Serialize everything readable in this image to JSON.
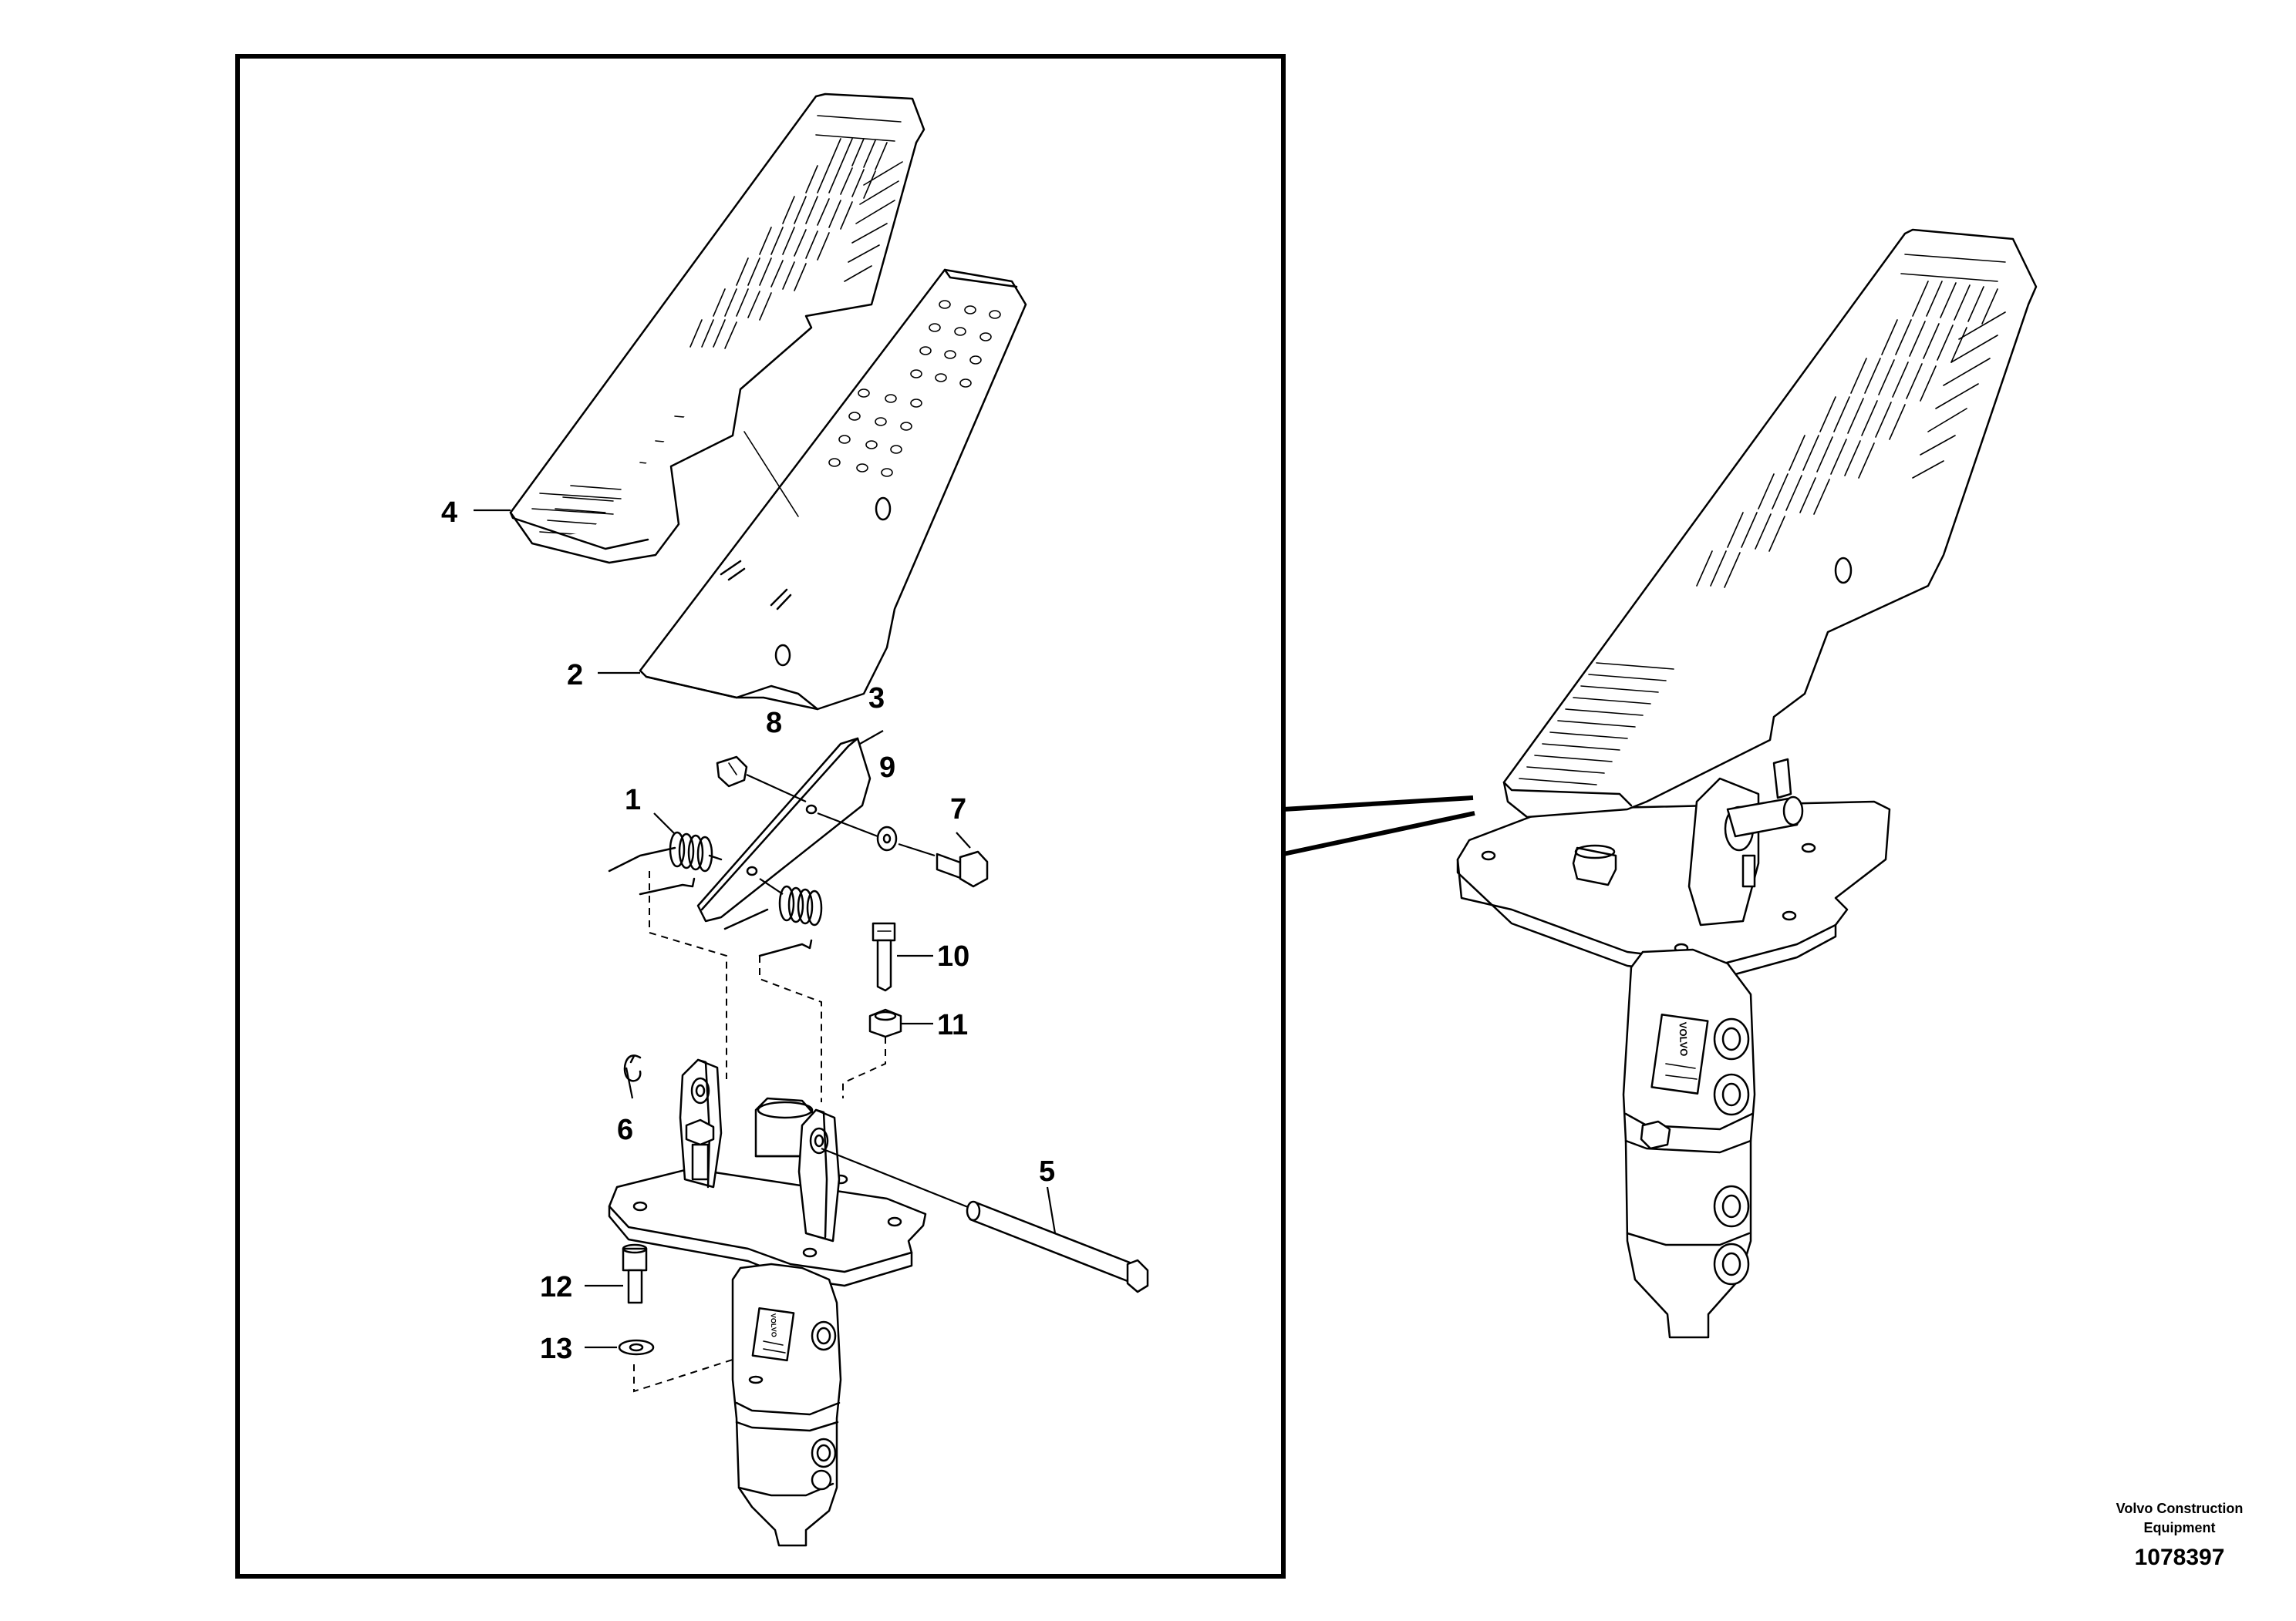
{
  "callouts": [
    {
      "id": "1",
      "text": "1"
    },
    {
      "id": "2",
      "text": "2"
    },
    {
      "id": "3",
      "text": "3"
    },
    {
      "id": "4",
      "text": "4"
    },
    {
      "id": "5",
      "text": "5"
    },
    {
      "id": "6",
      "text": "6"
    },
    {
      "id": "7",
      "text": "7"
    },
    {
      "id": "8",
      "text": "8"
    },
    {
      "id": "9",
      "text": "9"
    },
    {
      "id": "10",
      "text": "10"
    },
    {
      "id": "11",
      "text": "11"
    },
    {
      "id": "12",
      "text": "12"
    },
    {
      "id": "13",
      "text": "13"
    }
  ],
  "footer": {
    "brand_line1": "Volvo Construction",
    "brand_line2": "Equipment",
    "doc_number": "1078397"
  },
  "nameplate": {
    "logo": "VOLVO"
  }
}
